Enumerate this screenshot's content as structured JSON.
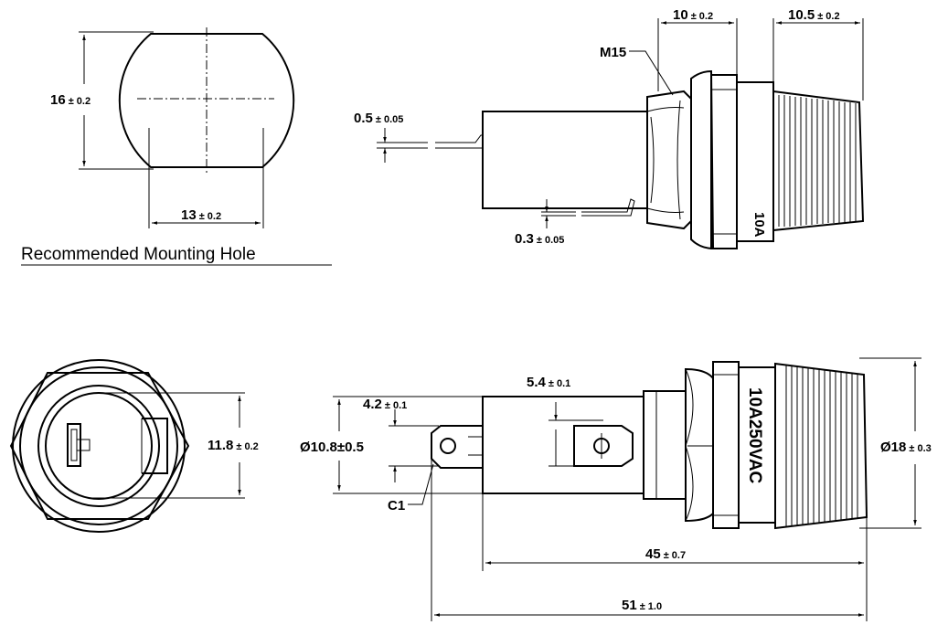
{
  "mounting_hole": {
    "caption": "Recommended Mounting Hole",
    "height_value": "16",
    "height_tol": "± 0.2",
    "width_value": "13",
    "width_tol": "± 0.2"
  },
  "side_view": {
    "thread_label": "M15",
    "dim_10_value": "10",
    "dim_10_tol": "± 0.2",
    "dim_105_value": "10.5",
    "dim_105_tol": "± 0.2",
    "terminal_thk_value": "0.5",
    "terminal_thk_tol": "± 0.05",
    "pin_thk_value": "0.3",
    "pin_thk_tol": "± 0.05",
    "cap_marking": "10A"
  },
  "end_view": {
    "width_value": "11.8",
    "width_tol": "± 0.2"
  },
  "front_view": {
    "dim_42_value": "4.2",
    "dim_42_tol": "± 0.1",
    "dim_54_value": "5.4",
    "dim_54_tol": "± 0.1",
    "dia_108": "Ø10.8±0.5",
    "chamfer_label": "C1",
    "cap_marking": "10A250VAC",
    "dia_18_value": "Ø18",
    "dia_18_tol": "± 0.3",
    "len_45_value": "45",
    "len_45_tol": "± 0.7",
    "len_51_value": "51",
    "len_51_tol": "± 1.0"
  }
}
